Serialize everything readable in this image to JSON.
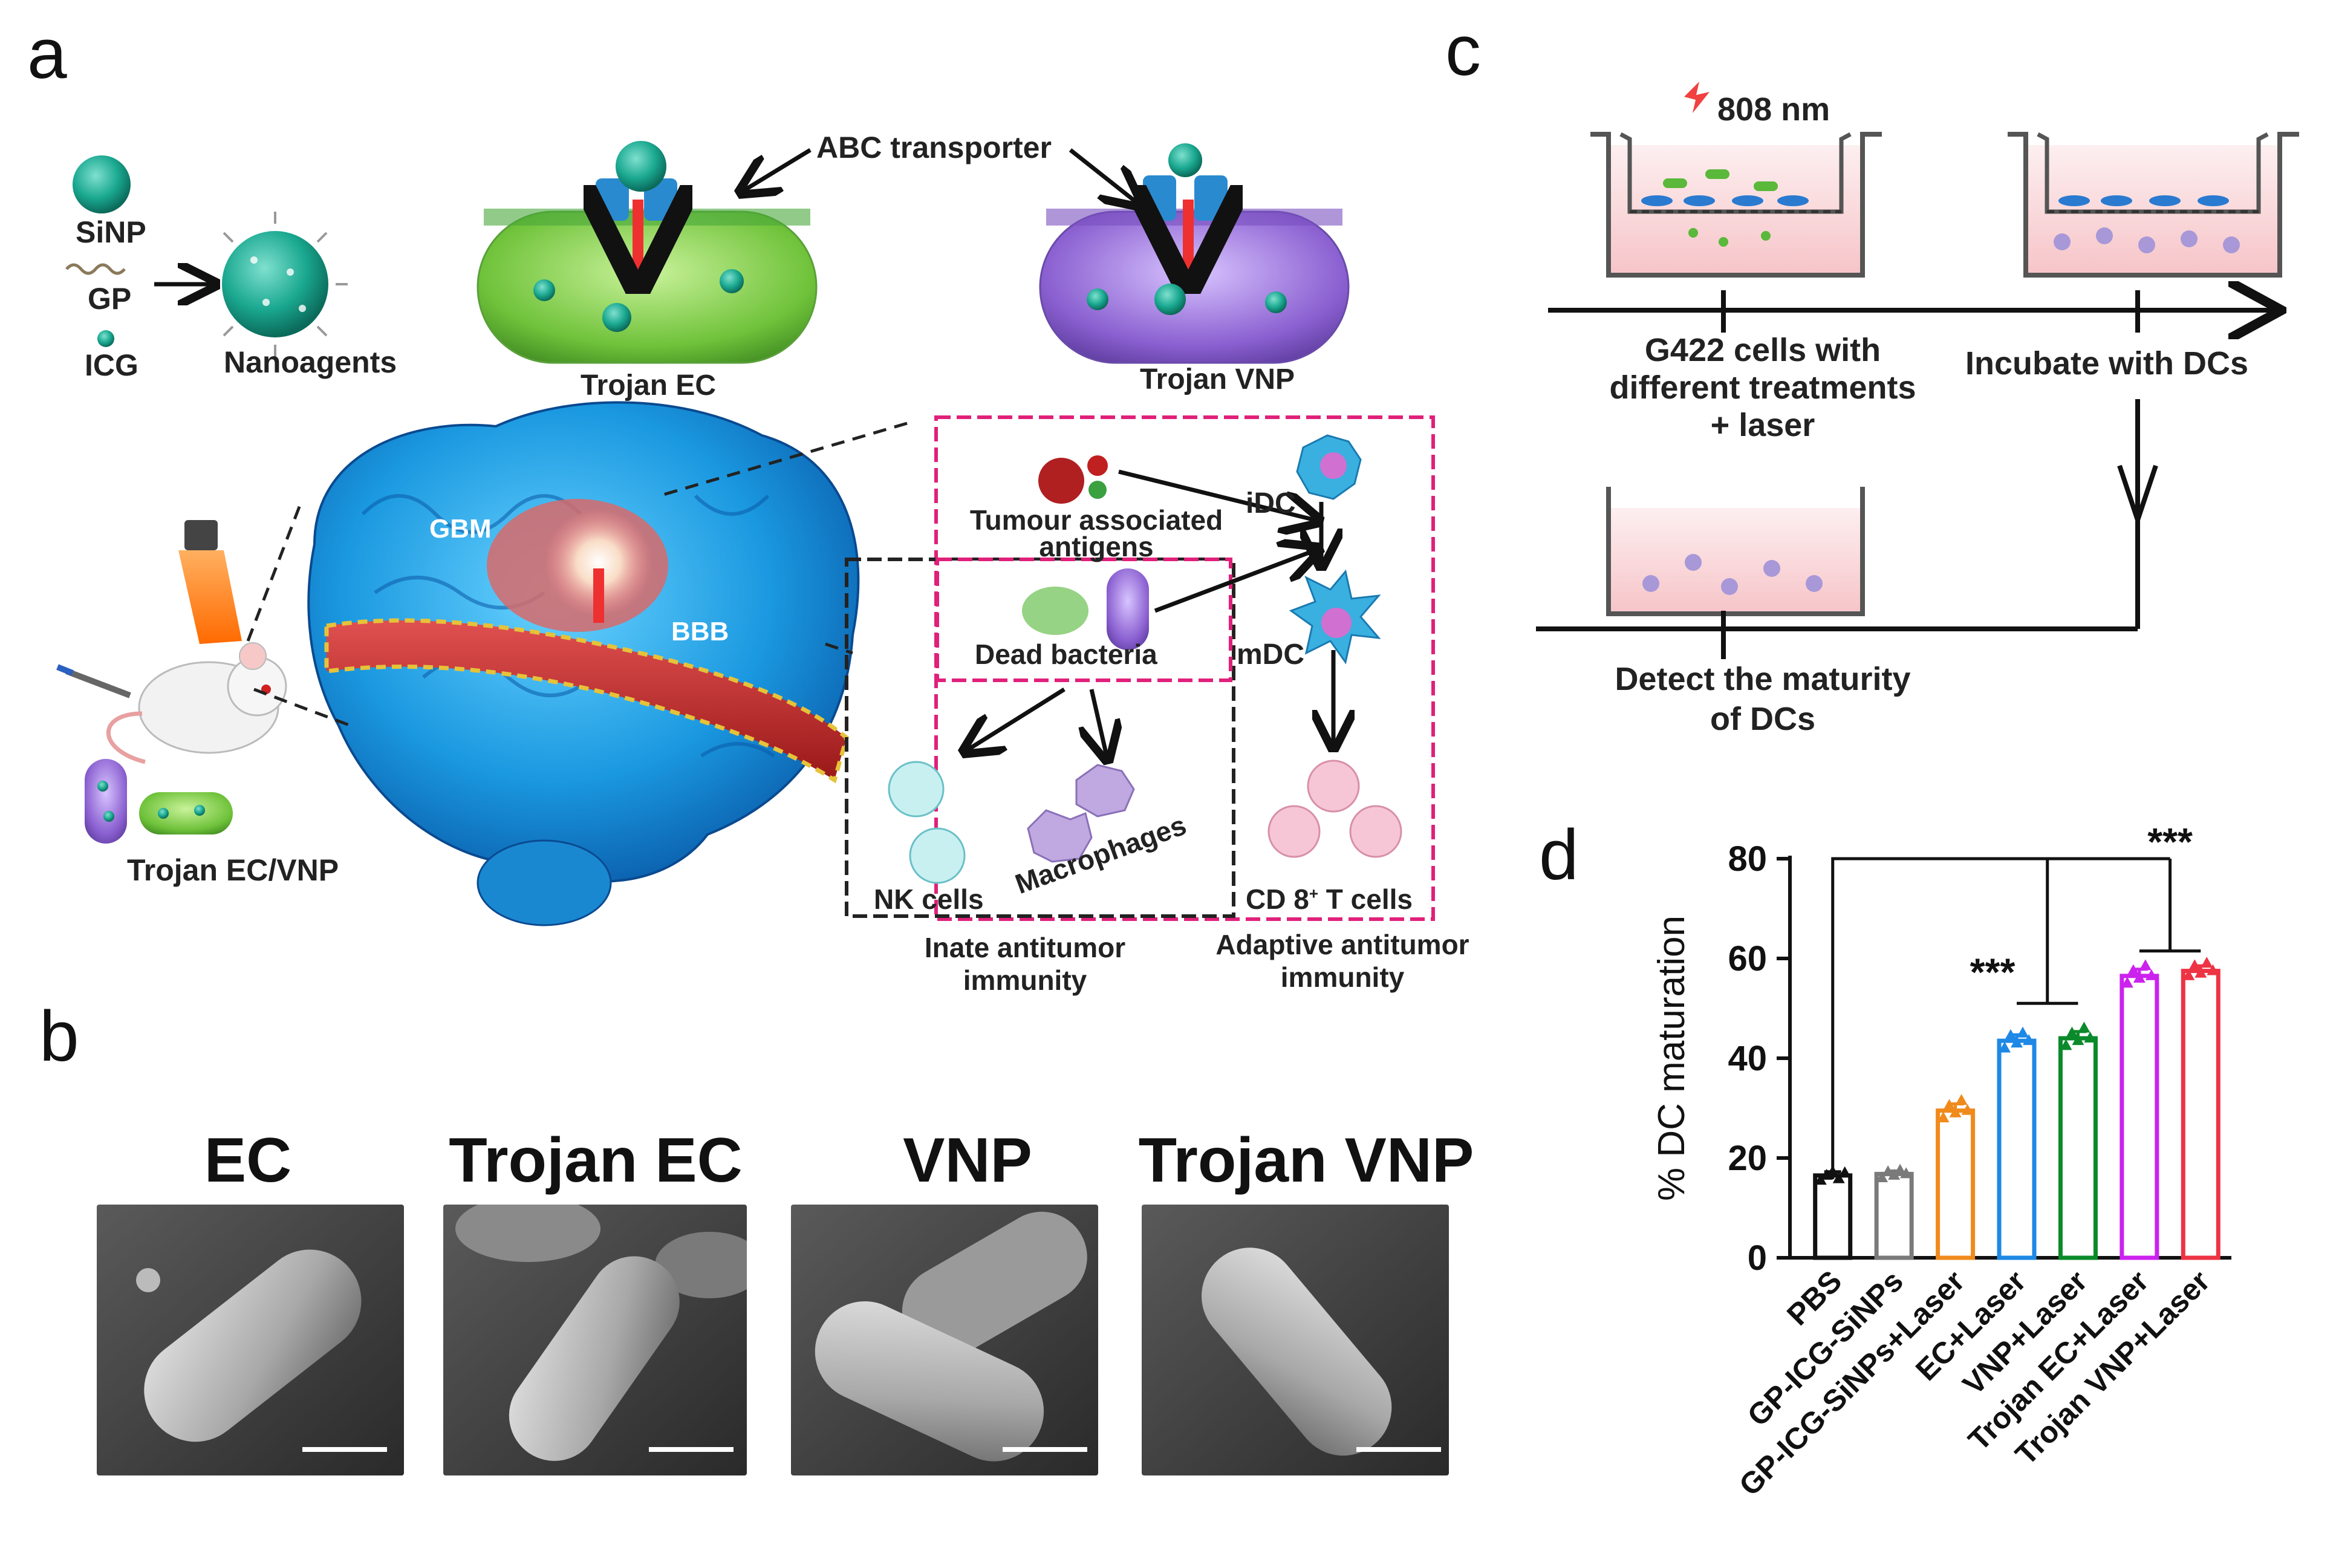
{
  "panels": {
    "a": "a",
    "b": "b",
    "c": "c",
    "d": "d"
  },
  "panel_a": {
    "siNP": "SiNP",
    "gp": "GP",
    "icg": "ICG",
    "nanoagents": "Nanoagents",
    "abc_transporter": "ABC transporter",
    "trojan_ec": "Trojan EC",
    "trojan_vnp": "Trojan VNP",
    "gbm": "GBM",
    "bbb": "BBB",
    "trojan_ec_vnp": "Trojan EC/VNP",
    "tumour_antigens_line1": "Tumour associated",
    "tumour_antigens_line2": "antigens",
    "idc": "iDC",
    "mdc": "mDC",
    "dead_bacteria": "Dead bacteria",
    "nk_cells": "NK cells",
    "macrophages": "Macrophages",
    "cd8_prefix": "CD 8",
    "cd8_sup": "+",
    "cd8_suffix": " T cells",
    "innate_line1": "Inate antitumor",
    "innate_line2": "immunity",
    "adaptive_line1": "Adaptive antitumor",
    "adaptive_line2": "immunity"
  },
  "panel_b": {
    "titles": [
      "EC",
      "Trojan EC",
      "VNP",
      "Trojan VNP"
    ]
  },
  "panel_c": {
    "laser": "808 nm",
    "step1_line1": "G422 cells with",
    "step1_line2": "different treatments",
    "step1_line3": "+ laser",
    "step2": "Incubate with DCs",
    "step3_line1": "Detect the maturity",
    "step3_line2": "of DCs"
  },
  "chart_data": {
    "type": "bar",
    "ylabel": "% DC maturation",
    "ylim": [
      0,
      80
    ],
    "yticks": [
      0,
      20,
      40,
      60,
      80
    ],
    "categories": [
      "PBS",
      "GP-ICG-SiNPs",
      "GP-ICG-SiNPs+Laser",
      "EC+Laser",
      "VNP+Laser",
      "Trojan EC+Laser",
      "Trojan VNP+Laser"
    ],
    "values": [
      16.5,
      16.8,
      29.5,
      43.5,
      44.0,
      56.5,
      57.5
    ],
    "colors": [
      "#111111",
      "#7a7a7a",
      "#f08a1c",
      "#1e88e5",
      "#0a8a2a",
      "#cc22ee",
      "#ee3344"
    ],
    "replicates": [
      [
        15.5,
        16.5,
        17.2,
        15.8,
        17.0
      ],
      [
        16.0,
        17.2,
        16.5,
        17.5,
        16.8
      ],
      [
        28.0,
        30.5,
        29.0,
        31.5,
        29.5
      ],
      [
        42.0,
        44.5,
        43.0,
        45.0,
        43.5
      ],
      [
        42.5,
        45.0,
        43.5,
        46.0,
        44.0
      ],
      [
        55.0,
        57.5,
        56.0,
        58.5,
        56.5
      ],
      [
        56.5,
        58.5,
        57.0,
        59.0,
        57.5
      ]
    ],
    "significance": [
      "***",
      "***"
    ]
  }
}
